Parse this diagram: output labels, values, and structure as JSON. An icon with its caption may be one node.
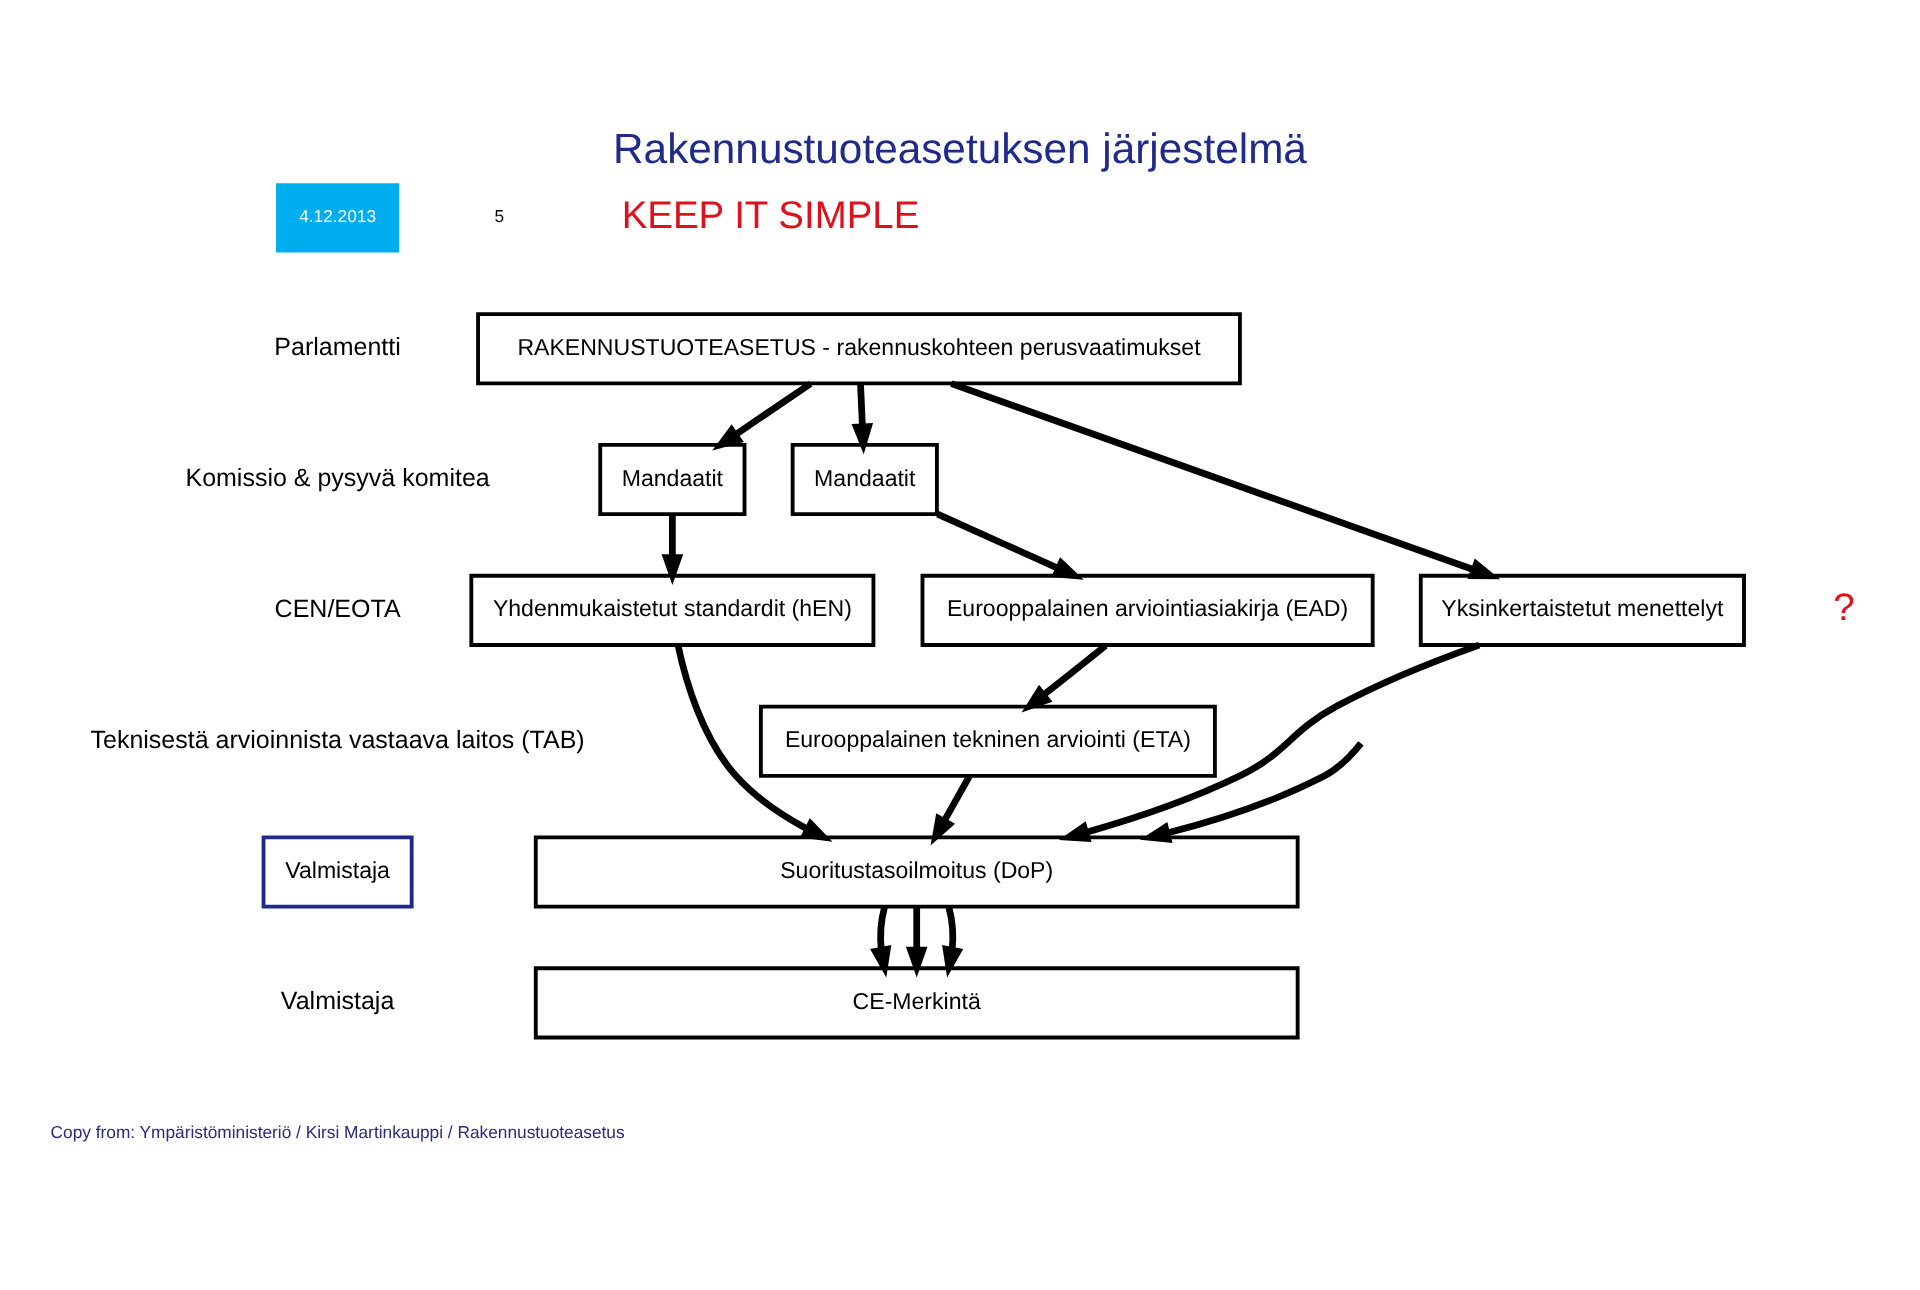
{
  "diagram": {
    "title": "Rakennustuoteasetuksen järjestelmä",
    "nodes": [
      {
        "text": [
          "RAKENNUSTUOTEASETUS - rakennuskohteen perusvaatimukset"
        ]
      },
      {
        "text": [
          "Mandaatit"
        ]
      },
      {
        "text": [
          "Mandaatit"
        ]
      },
      {
        "text": [
          "Yhdenmukaistetut standardit (hEN)"
        ]
      },
      {
        "text": [
          "Eurooppalainen arviointiasiakirja (EAD)"
        ]
      },
      {
        "text": [
          "Yksinkertaistetut menettelyt"
        ]
      },
      {
        "text": [
          "Eurooppalainen tekninen arviointi (ETA)"
        ]
      },
      {
        "text": [
          "Suoritustasoilmoitus (DoP)"
        ]
      },
      {
        "text": [
          "CE-Merkintä"
        ]
      },
      {
        "text": [
          "Valmistaja"
        ]
      }
    ],
    "edges": [
      {
        "from": 0,
        "to": 1,
        "arrow": "to"
      },
      {
        "from": 0,
        "to": 2,
        "arrow": "to"
      },
      {
        "from": 0,
        "to": 5,
        "arrow": "to"
      },
      {
        "from": 1,
        "to": 3,
        "arrow": "to"
      },
      {
        "from": 2,
        "to": 4,
        "arrow": "to"
      },
      {
        "from": 4,
        "to": 6,
        "arrow": "to"
      },
      {
        "from": 3,
        "to": 7,
        "arrow": "to"
      },
      {
        "from": 6,
        "to": 7,
        "arrow": "to"
      },
      {
        "from": 5,
        "to": 7,
        "arrow": "to"
      },
      {
        "from": null,
        "to": 7,
        "arrow": "to"
      },
      {
        "from": 7,
        "to": 8,
        "arrow": "to"
      },
      {
        "from": 7,
        "to": 8,
        "arrow": "to"
      },
      {
        "from": 7,
        "to": 8,
        "arrow": "to"
      }
    ],
    "labels": [
      "4.12.2013",
      "5",
      "KEEP IT SIMPLE",
      "Parlamentti",
      "Komissio & pysyvä komitea",
      "CEN/EOTA",
      "?",
      "Teknisestä arvioinnista vastaava laitos (TAB)",
      "Valmistaja",
      "Copy from: Ympäristöministeriö / Kirsi Martinkauppi / Rakennustuoteasetus"
    ]
  }
}
